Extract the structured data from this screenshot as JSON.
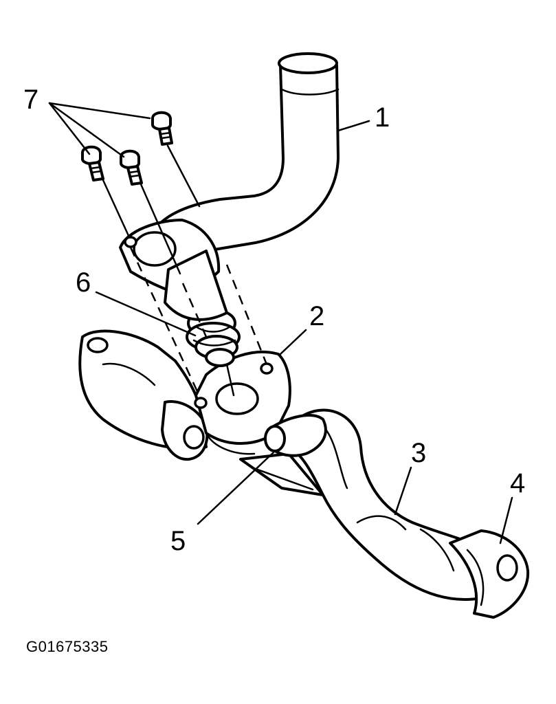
{
  "figure": {
    "id": "G01675335"
  },
  "callouts": [
    {
      "label": "1"
    },
    {
      "label": "2"
    },
    {
      "label": "3"
    },
    {
      "label": "4"
    },
    {
      "label": "5"
    },
    {
      "label": "6"
    },
    {
      "label": "7"
    }
  ]
}
